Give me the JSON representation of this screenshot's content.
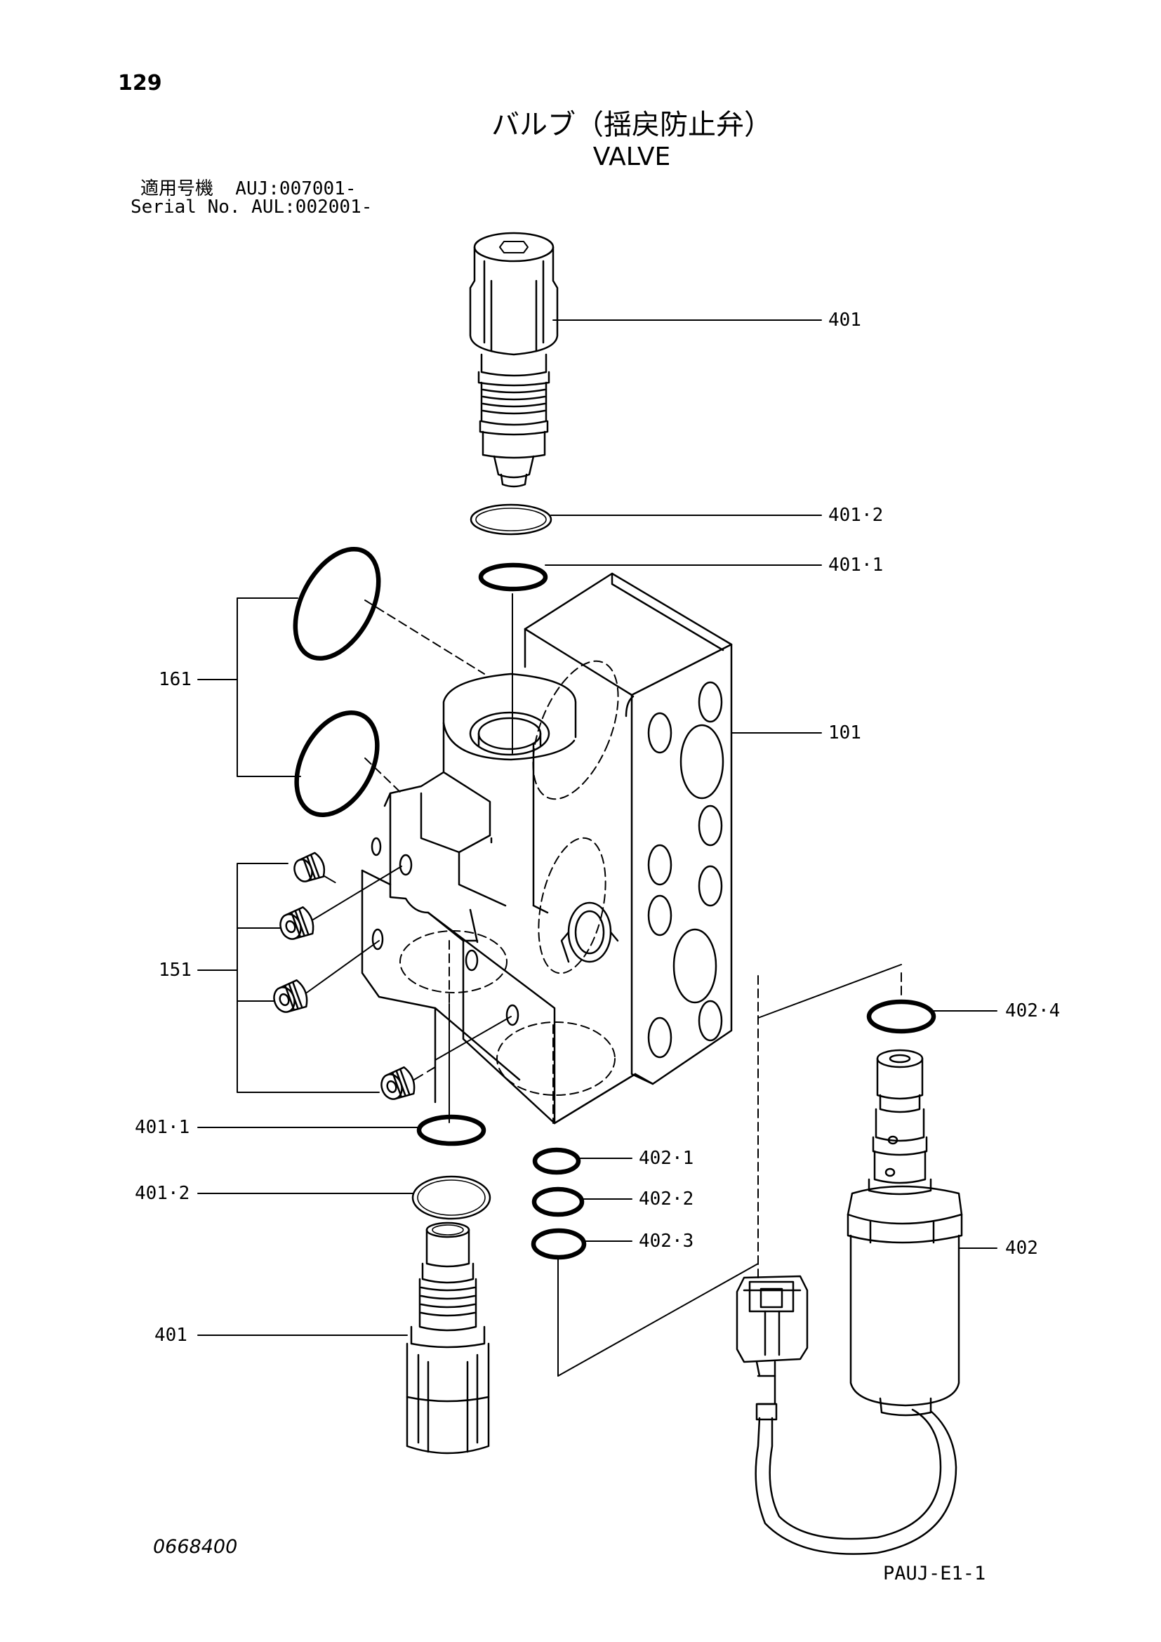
{
  "header": {
    "page_number": "129",
    "title_ja": "バルブ（揺戻防止弁）",
    "title_en": "VALVE",
    "serial_line_1": "適用号機  AUJ:007001-",
    "serial_line_2": "Serial No. AUL:002001-"
  },
  "parts": [
    {
      "id": "p401_top",
      "label": "401"
    },
    {
      "id": "p401_2_top",
      "label": "401·2"
    },
    {
      "id": "p401_1_top",
      "label": "401·1"
    },
    {
      "id": "p161",
      "label": "161"
    },
    {
      "id": "p101",
      "label": "101"
    },
    {
      "id": "p151",
      "label": "151"
    },
    {
      "id": "p402_4",
      "label": "402·4"
    },
    {
      "id": "p401_1_bot",
      "label": "401·1"
    },
    {
      "id": "p402_1",
      "label": "402·1"
    },
    {
      "id": "p401_2_bot",
      "label": "401·2"
    },
    {
      "id": "p402_2",
      "label": "402·2"
    },
    {
      "id": "p402_3",
      "label": "402·3"
    },
    {
      "id": "p402",
      "label": "402"
    },
    {
      "id": "p401_bot",
      "label": "401"
    }
  ],
  "footer": {
    "doc_code": "0668400",
    "page_code": "PAUJ-E1-1"
  }
}
